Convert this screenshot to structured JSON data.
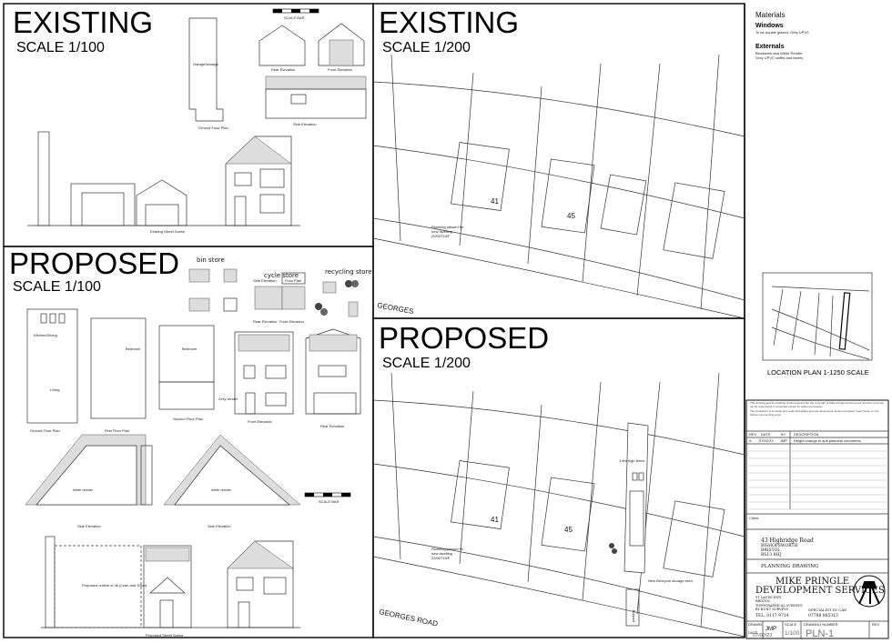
{
  "existing_elevations": {
    "heading": "EXISTING",
    "scale": "SCALE 1/100",
    "scale_bar": "SCALE BAR",
    "labels": {
      "garage": "Garage/storage",
      "ground_floor": "Ground Floor Plan",
      "rear": "Rear Elevation",
      "front": "Front Elevation",
      "side": "Side Elevation",
      "street": "Existing Street Scene"
    }
  },
  "proposed_elevations": {
    "heading": "PROPOSED",
    "scale": "SCALE 1/100",
    "scale_bar": "SCALE BAR",
    "bin_store": "bin store",
    "cycle_store": "cycle store",
    "recycling_store": "recycling store",
    "cycle_labels": [
      "Side Elevation",
      "Floor Plan",
      "Rear Elevation",
      "Front Elevation"
    ],
    "labels": {
      "ground_floor": "Ground Floor Plan",
      "first_floor": "First Floor Plan",
      "second_floor": "Second Floor Plan",
      "front": "Front Elevation",
      "rear": "Rear Elevation",
      "side_left": "Side Elevation",
      "side_right": "Side Elevation",
      "street": "Proposed Street Scene",
      "kitchen": "Kitchen/Dining",
      "living": "Living",
      "bedroom": "Bedroom",
      "white_render": "white render",
      "grey_render": "Grey render",
      "outline": "Proposed outline of 46 (Lean and 30cm)"
    }
  },
  "existing_site": {
    "heading": "EXISTING",
    "scale": "SCALE 1/200",
    "house_numbers": [
      "41",
      "45"
    ],
    "planning_note": [
      "Planning passed for",
      "new dwelling",
      "22/02719/F"
    ],
    "road": "GEORGES"
  },
  "proposed_site": {
    "heading": "PROPOSED",
    "scale": "SCALE 1/200",
    "house_numbers": [
      "41",
      "45"
    ],
    "planning_note": [
      "Planning passed for",
      "new dwelling",
      "22/02719/F"
    ],
    "road": "GEORGES ROAD",
    "parking": "parking",
    "fence_note": "1.8m high fence",
    "bin_note": "New Bin/cycle storage area"
  },
  "materials": {
    "title": "Materials",
    "windows_heading": "Windows",
    "windows_text": "To be double glazed, Grey UPVC",
    "externals_heading": "Externals",
    "externals_text": [
      "Blockwork and White Render",
      "Grey UPVC soffits and facers"
    ]
  },
  "location_plan": {
    "caption": "LOCATION PLAN 1-1250 SCALE"
  },
  "title_block": {
    "copyright": "This drawing and the building works depicted are the copyright of Mike Pringle Development Services and may not be reproduced or amended except by written permission.",
    "contractor_note": "The Contractor is to check and verify all building and site dimensions, levels and sewer invert levels on site before commencing work.",
    "revision_header": [
      "REV",
      "DATE",
      "BY",
      "DESCRIPTION"
    ],
    "revision_row": [
      "A",
      "07/02/23",
      "JMP",
      "Height change to suit planners comments"
    ],
    "client_label": "Client",
    "address": [
      "43 Highridge Road",
      "BISHOPSWORTH",
      "BRISTOL",
      "BS13 8HJ"
    ],
    "drawing_title": "PLANNING DRAWING",
    "company_line1": "MIKE PRINGLE",
    "company_line2": "DEVELOPMENT SERVICES",
    "company_details": [
      "91 LANDS END",
      "BRISTOL",
      "TOPOGRAPHICAL SURVEYS",
      "BY BUILT SURVEYS"
    ],
    "specialist": "SPECIALIST IN CAD",
    "tel": "TEL: 0117 9714",
    "mobile": "07788 865313",
    "drawn_label": "DRAWN",
    "drawn_by": "JMP",
    "date_label": "DATE",
    "date": "07/02/23",
    "scale_label": "SCALE",
    "scale": "1/100",
    "drawing_number_label": "DRAWING NUMBER",
    "drawing_number": "PLN-1",
    "rev_label": "REV"
  }
}
